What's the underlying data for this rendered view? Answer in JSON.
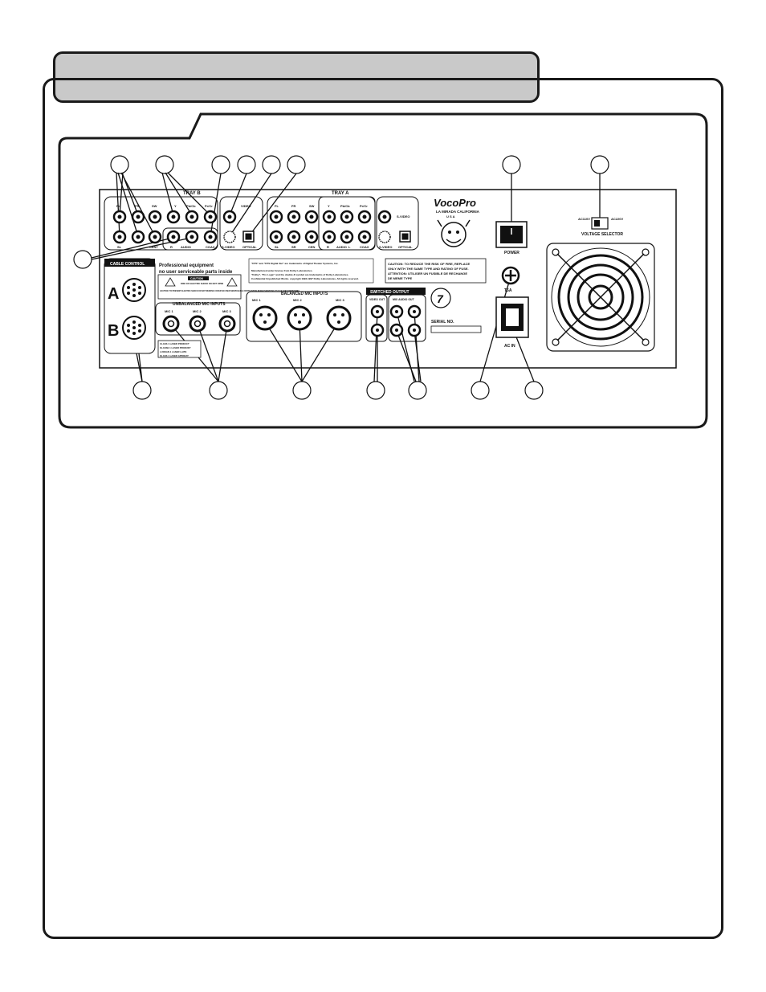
{
  "header": {
    "title": ""
  },
  "panel": {
    "brand": "VocoPro",
    "brand_location": "LA MIRADA CALIFORNIA",
    "brand_country": "U    S    A",
    "tray_b": "TRAY B",
    "tray_a": "TRAY A",
    "jack_labels": {
      "fl": "FL",
      "fr": "FR",
      "sw": "SW",
      "sl": "SL",
      "sr": "SR",
      "cent": "CENT",
      "cen": "CEN",
      "y": "Y",
      "pb": "Pb/Cb",
      "pr": "Pr/Cr",
      "r": "R",
      "l": "L",
      "audio": "AUDIO",
      "coax": "COAX",
      "optical": "OPTICAL",
      "svideo": "S-VIDEO",
      "video": "VIDEO"
    },
    "power": "POWER",
    "voltage_selector": "VOLTAGE SELECTOR",
    "v_left": "AC110V",
    "v_right": "AC220V",
    "cable_control": "CABLE CONTROL",
    "port_a": "A",
    "port_b": "B",
    "pro_text_1": "Professional equipment",
    "pro_text_2": "no user serviceable parts inside",
    "caution_tag": "CAUTION",
    "shock_text": "RISK OF ELECTRIC SHOCK DO NOT OPEN",
    "service_text": "CAUTION: TO PREVENT ELECTRIC SHOCK DO NOT REMOVE COVER NO USER SERVICEABLE PARTS INSIDE REFER SERVICING TO QUALIFIED PERSONNEL",
    "dts_text": "\"DTS\" and \"DTS Digital Out\" are trademarks of Digital Theater Systems, Inc.",
    "dolby_1": "Manufactured under license from Dolby Laboratories.",
    "dolby_2": "\"Dolby\", \"Pro Logic\" and the double-D symbol are trademarks of Dolby Laboratories.",
    "dolby_3": "Confidential Unpublished Works. copyright 1992-1997 Dolby Laboratories. All rights reserved.",
    "caution_box_1": "CAUTION: TO REDUCE THE RISK OF FIRE, REPLACE",
    "caution_box_2": "ONLY WITH THE SAME TYPE AND RATING OF FUSE.",
    "caution_box_3": "ATTENTION: UTILISER UN FUSIBLE DE RECHANGE",
    "caution_box_4": "DE MEME TYPE",
    "switched_output": "SWITCHED OUTPUT",
    "video_out": "VIDEO OUT",
    "mix_audio_out": "MIX AUDIO OUT",
    "serial_no": "SERIAL NO.",
    "fuse": "T5A",
    "ac_in": "AC IN",
    "unbalanced": "UNBALANCED MIC INPUTS",
    "balanced": "BALANCED MIC INPUTS",
    "mic1": "MIC 1",
    "mic2": "MIC 2",
    "mic3": "MIC 3",
    "laser_1": "CLASS 1 LASER PRODUCT",
    "laser_2": "KLASSE 1 LASER PRODUKT",
    "laser_3": "LUOKAN 1 LASER LAITE",
    "laser_4": "KLASS 1 LASER APPARAT",
    "ce_mark": "7"
  }
}
